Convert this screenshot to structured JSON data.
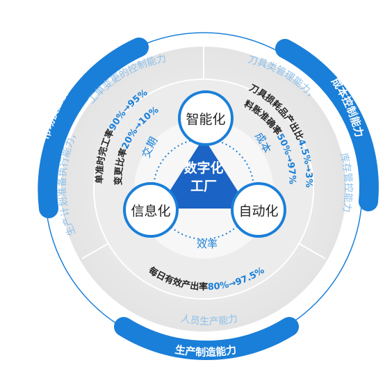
{
  "center": {
    "line1": "数字化",
    "line2": "工厂"
  },
  "nodes": {
    "top": "智能化",
    "left": "信息化",
    "right": "自动化"
  },
  "edges": {
    "left": "交期",
    "right": "成本",
    "bottom": "效率"
  },
  "metrics": {
    "left_line1": {
      "prefix": "单准时完工率",
      "value": "90%→95%"
    },
    "left_line2": {
      "prefix": "变更比率",
      "value": "20%→10%"
    },
    "right_line1": {
      "prefix": "刀具损耗品产出比",
      "value": "4.5%→3%"
    },
    "right_line2": {
      "prefix": "料账准确率",
      "value": "50%→97%"
    },
    "bottom_line": {
      "prefix": "每日有效产出率",
      "value": "80%→97.5%"
    }
  },
  "ring_labels": {
    "top_left": "工单变更的控制能力",
    "left": "生产计划准备执行能力，",
    "top_right": "刀具类管理能力，",
    "right": "库存管控能力",
    "bottom": "人员生产能力"
  },
  "outer_labels": {
    "left": "市场反应能力",
    "right": "成本控制能力",
    "bottom": "生产制造能力"
  },
  "colors": {
    "blue": "#1a7fd8",
    "deep_blue": "#1b63c4",
    "light_blue_text": "#8dc0ea",
    "text_dark": "#222222"
  }
}
